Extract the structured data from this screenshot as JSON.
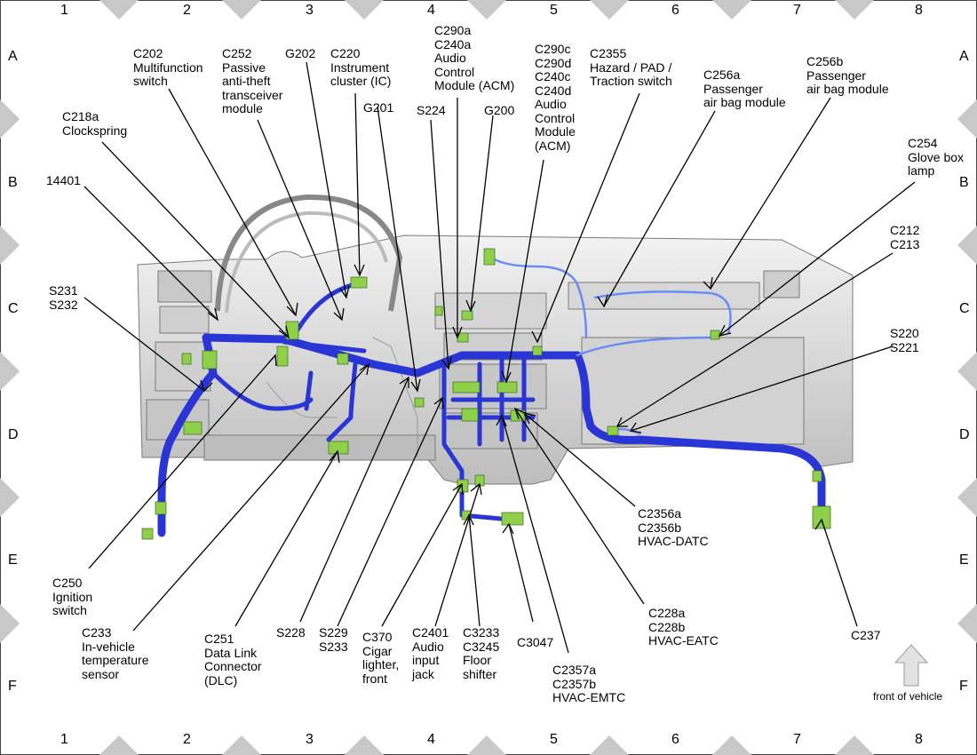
{
  "grid": {
    "columns": [
      "1",
      "2",
      "3",
      "4",
      "5",
      "6",
      "7",
      "8"
    ],
    "rows": [
      "A",
      "B",
      "C",
      "D",
      "E",
      "F"
    ]
  },
  "labels": {
    "c202": [
      "C202",
      "Multifunction",
      "switch"
    ],
    "c252": [
      "C252",
      "Passive",
      "anti-theft",
      "transceiver",
      "module"
    ],
    "g202": [
      "G202"
    ],
    "c220": [
      "C220",
      "Instrument",
      "cluster (IC)"
    ],
    "c290a": [
      "C290a",
      "C240a",
      "Audio",
      "Control",
      "Module (ACM)"
    ],
    "c290c": [
      "C290c",
      "C290d",
      "C240c",
      "C240d",
      "Audio",
      "Control",
      "Module",
      "(ACM)"
    ],
    "c2355": [
      "C2355",
      "Hazard / PAD /",
      "Traction switch"
    ],
    "c256a": [
      "C256a",
      "Passenger",
      "air bag module"
    ],
    "c256b": [
      "C256b",
      "Passenger",
      "air bag module"
    ],
    "c218a": [
      "C218a",
      "Clockspring"
    ],
    "g201": [
      "G201"
    ],
    "s224": [
      "S224"
    ],
    "g200": [
      "G200"
    ],
    "c254": [
      "C254",
      "Glove box",
      "lamp"
    ],
    "n14401": [
      "14401"
    ],
    "c212": [
      "C212",
      "C213"
    ],
    "s231": [
      "S231",
      "S232"
    ],
    "s220": [
      "S220",
      "S221"
    ],
    "c2356": [
      "C2356a",
      "C2356b",
      "HVAC-DATC"
    ],
    "c250": [
      "C250",
      "Ignition",
      "switch"
    ],
    "c228": [
      "C228a",
      "C228b",
      "HVAC-EATC"
    ],
    "c233": [
      "C233",
      "In-vehicle",
      "temperature",
      "sensor"
    ],
    "c251": [
      "C251",
      "Data Link",
      "Connector",
      "(DLC)"
    ],
    "s228": [
      "S228"
    ],
    "s229": [
      "S229",
      "S233"
    ],
    "c370": [
      "C370",
      "Cigar",
      "lighter,",
      "front"
    ],
    "c2401": [
      "C2401",
      "Audio",
      "input",
      "jack"
    ],
    "c3233": [
      "C3233",
      "C3245",
      "Floor",
      "shifter"
    ],
    "c3047": [
      "C3047"
    ],
    "c2357": [
      "C2357a",
      "C2357b",
      "HVAC-EMTC"
    ],
    "c237": [
      "C237"
    ],
    "front": [
      "front of vehicle"
    ]
  },
  "colors": {
    "harness": "#2a35d6",
    "harness_light": "#6b8cf5",
    "connector": "#8ed04a",
    "dash": "#d8d8d8",
    "border_marks": "#c8c8c8"
  },
  "icons": {
    "front_arrow": "up-arrow-icon"
  }
}
